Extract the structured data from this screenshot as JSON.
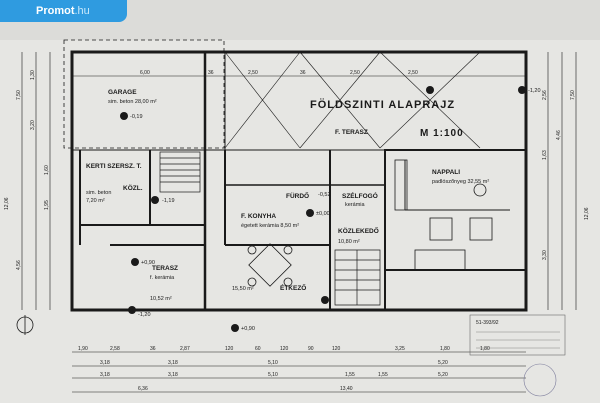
{
  "watermark": {
    "brand": "Promot",
    "tld": ".hu"
  },
  "plan": {
    "title": "FÖLDSZINTI ALAPRAJZ",
    "scale": "M 1:100",
    "stamp_code": "51-393/92",
    "rooms": [
      {
        "name": "GARAGE",
        "detail": "sim. beton 28,00 m²"
      },
      {
        "name": "KERTI SZERSZ. T.",
        "detail": ""
      },
      {
        "name": "sim. beton",
        "detail": "7,20 m²"
      },
      {
        "name": "KÖZL.",
        "detail": ""
      },
      {
        "name": "F. TERASZ",
        "detail": ""
      },
      {
        "name": "NAPPALI",
        "detail": "padlószőnyeg 32,55 m²"
      },
      {
        "name": "F. KONYHA",
        "detail": "égetett kerámia 8,50 m²"
      },
      {
        "name": "SZÉLFOGÓ",
        "detail": "kerámia"
      },
      {
        "name": "FÜRDŐ",
        "detail": ""
      },
      {
        "name": "KÖZLEKEDŐ",
        "detail": "10,80 m²"
      },
      {
        "name": "ÉTKEZŐ",
        "detail": "15,50 m²"
      },
      {
        "name": "TERASZ",
        "detail": "f. kerámia 10,52 m²"
      }
    ],
    "levels": [
      "-0,19",
      "-1,19",
      "±0,00",
      "+0,90",
      "-0,52",
      "-1,20",
      "+0,90",
      "-1,20"
    ],
    "top_dims": [
      "6,00",
      "36",
      "2,50",
      "36",
      "2,50",
      "2,50"
    ],
    "bottom_dims_1": [
      "1,90",
      "2,58",
      "36",
      "2,87",
      "120",
      "60",
      "120",
      "90",
      "120",
      "3,25",
      "1,80",
      "1,80"
    ],
    "bottom_dims_2": [
      "3,18",
      "3,18",
      "5,10",
      "5,20"
    ],
    "bottom_dims_3": [
      "3,18",
      "3,18",
      "5,10",
      "1,55",
      "1,55",
      "5,20"
    ],
    "bottom_total": [
      "6,36",
      "13,40"
    ],
    "left_dims": [
      "7,50",
      "1,30",
      "3,20",
      "1,60",
      "1,95",
      "4,56",
      "12,06"
    ],
    "right_dims": [
      "2,56",
      "4,46",
      "1,63",
      "3,30",
      "7,50",
      "12,06"
    ]
  }
}
